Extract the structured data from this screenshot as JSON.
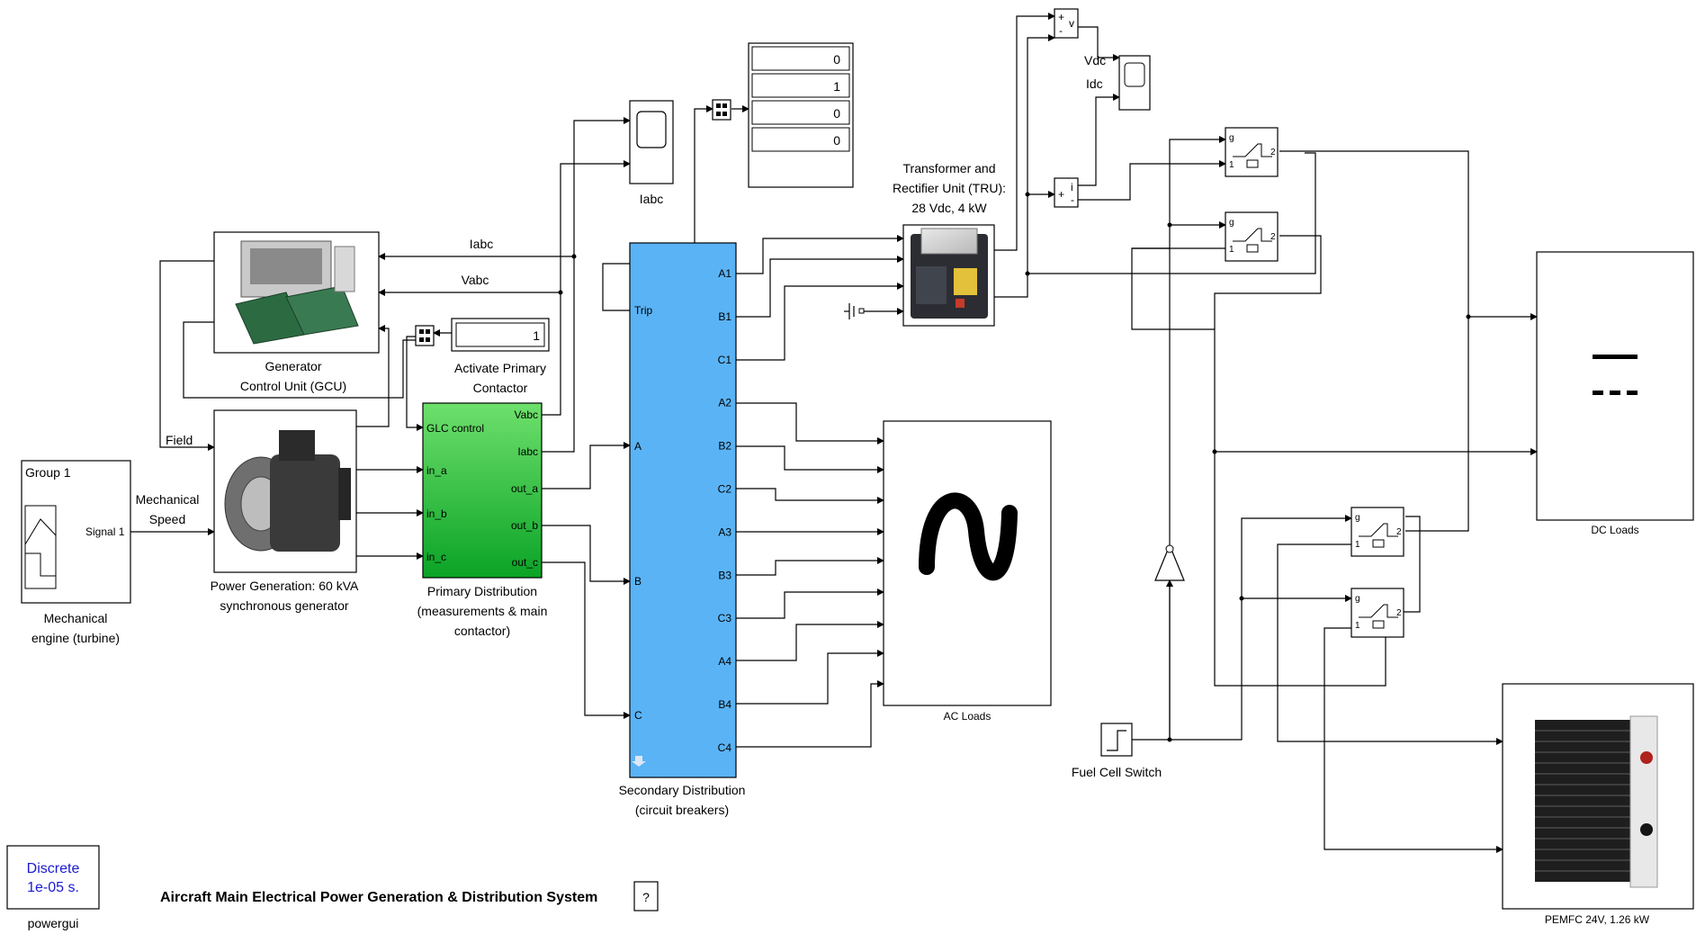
{
  "title": "Aircraft Main Electrical Power Generation & Distribution System",
  "help_button_label": "?",
  "powergui": {
    "line1": "Discrete",
    "line2": "1e-05 s.",
    "label": "powergui"
  },
  "signal_builder": {
    "group_label": "Group 1",
    "signal_label": "Signal 1",
    "label_line1": "Mechanical",
    "label_line2": "engine (turbine)"
  },
  "mech_speed_label": {
    "line1": "Mechanical",
    "line2": "Speed"
  },
  "field_label": "Field",
  "gcu": {
    "label_line1": "Generator",
    "label_line2": "Control Unit (GCU)"
  },
  "generator": {
    "label_line1": "Power Generation: 60 kVA",
    "label_line2": "synchronous generator"
  },
  "signal_names": {
    "iabc": "Iabc",
    "vabc": "Vabc"
  },
  "activate_contactor": {
    "value": "1",
    "label_line1": "Activate Primary",
    "label_line2": "Contactor"
  },
  "primary_distribution": {
    "inputs": [
      "GLC control",
      "in_a",
      "in_b",
      "in_c"
    ],
    "outputs": [
      "Vabc",
      "Iabc",
      "out_a",
      "out_b",
      "out_c"
    ],
    "label_line1": "Primary Distribution",
    "label_line2": "(measurements & main",
    "label_line3": "contactor)"
  },
  "iabc_scope_label": "Iabc",
  "display_values": [
    "0",
    "1",
    "0",
    "0"
  ],
  "secondary_distribution": {
    "inputs": [
      "Trip",
      "A",
      "B",
      "C"
    ],
    "outputs": [
      "A1",
      "B1",
      "C1",
      "A2",
      "B2",
      "C2",
      "A3",
      "B3",
      "C3",
      "A4",
      "B4",
      "C4"
    ],
    "label_line1": "Secondary Distribution",
    "label_line2": "(circuit breakers)"
  },
  "tru": {
    "label_line1": "Transformer and",
    "label_line2": "Rectifier Unit (TRU):",
    "label_line3": "28 Vdc, 4 kW"
  },
  "vdc_label": "Vdc",
  "idc_label": "Idc",
  "voltage_sensor": {
    "plus": "+",
    "minus": "-",
    "v": "v"
  },
  "current_sensor": {
    "plus": "+",
    "minus": "-",
    "i": "i"
  },
  "ac_loads_label": "AC Loads",
  "dc_loads_label": "DC Loads",
  "fuel_cell_switch_label": "Fuel Cell Switch",
  "pemfc_label": "PEMFC 24V, 1.26 kW",
  "breaker_ports": {
    "g": "g",
    "in": "1",
    "out": "2"
  },
  "colors": {
    "primary_green": "#22b83a",
    "secondary_blue": "#5ab3f5",
    "powergui_text": "#1a1ad0"
  }
}
